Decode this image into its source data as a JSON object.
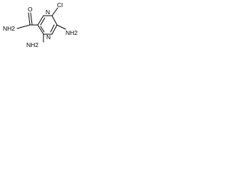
{
  "molecule": {
    "labels": {
      "cl": "Cl",
      "amide_nh2": "NH2",
      "amide_o": "O",
      "ring_n_top": "N",
      "ring_n_bottom": "N",
      "nh2_bottom_left": "NH2",
      "nh2_bottom_right": "NH2"
    },
    "colors": {
      "bond": "#000000",
      "text": "#000000"
    }
  }
}
